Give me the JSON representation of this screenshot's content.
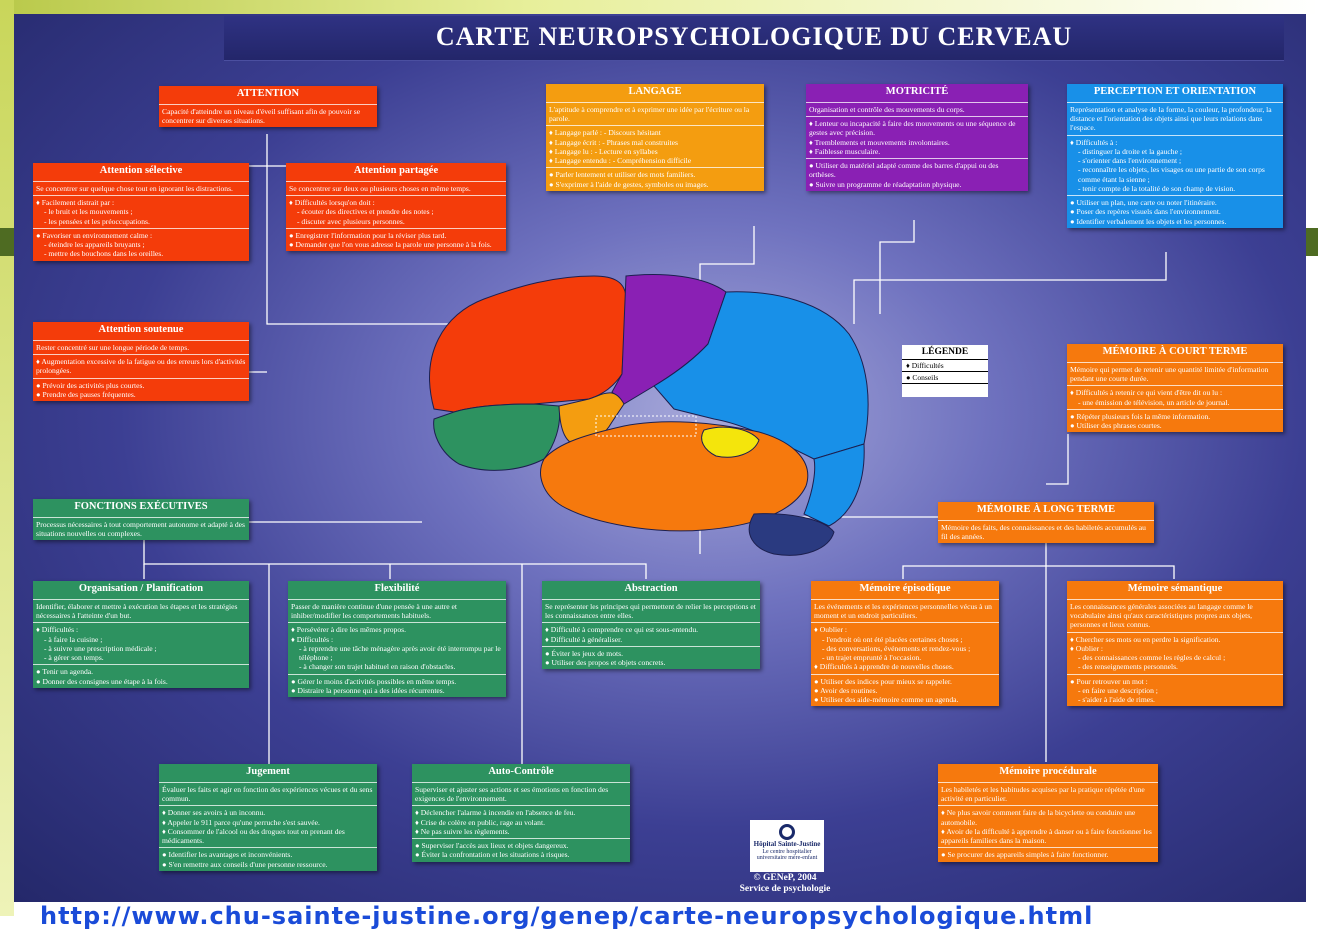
{
  "title": "CARTE NEUROPSYCHOLOGIQUE DU CERVEAU",
  "legend": {
    "title": "LÉGENDE",
    "items": [
      "♦ Difficultés",
      "● Conseils"
    ]
  },
  "credit": {
    "line1": "© GENeP, 2004",
    "line2": "Service de psychologie"
  },
  "logo": {
    "text": "Hôpital Sainte-Justine",
    "sub": "Le centre hospitalier universitaire mère-enfant"
  },
  "bottom_url": "http://www.chu-sainte-justine.org/genep/carte-neuropsychologique.html",
  "colors": {
    "attention": "#f43c0a",
    "memory": "#f6790d",
    "language": "#f49d10",
    "motricity": "#8a20b4",
    "perception": "#1890e8",
    "executive": "#2d9260",
    "yellow": "#f4e50c",
    "background": "#3c3f93"
  },
  "boxes": {
    "attention": {
      "title": "ATTENTION",
      "sections": [
        [
          "Capacité d'atteindre un niveau d'éveil suffisant afin de pouvoir se concentrer sur diverses situations."
        ]
      ]
    },
    "attention_selective": {
      "title": "Attention sélective",
      "sections": [
        [
          "Se concentrer sur quelque chose tout en ignorant les distractions."
        ],
        [
          "♦ Facilement distrait par :",
          "  - le bruit et les mouvements ;",
          "  - les pensées et les préoccupations."
        ],
        [
          "● Favoriser un environnement calme :",
          "  - éteindre les appareils bruyants ;",
          "  - mettre des bouchons dans les oreilles."
        ]
      ]
    },
    "attention_partagee": {
      "title": "Attention partagée",
      "sections": [
        [
          "Se concentrer sur deux ou plusieurs choses en même temps."
        ],
        [
          "♦ Difficultés lorsqu'on doit :",
          "  - écouter des directives et prendre des notes ;",
          "  - discuter avec plusieurs personnes."
        ],
        [
          "● Enregistrer l'information pour la réviser plus tard.",
          "● Demander que l'on vous adresse la parole une personne à la fois."
        ]
      ]
    },
    "attention_soutenue": {
      "title": "Attention soutenue",
      "sections": [
        [
          "Rester concentré sur une longue période de temps."
        ],
        [
          "♦ Augmentation excessive de la fatigue ou des erreurs lors d'activités prolongées."
        ],
        [
          "● Prévoir des activités plus courtes.",
          "● Prendre des pauses fréquentes."
        ]
      ]
    },
    "langage": {
      "title": "LANGAGE",
      "sections": [
        [
          "L'aptitude à comprendre et à exprimer une idée par l'écriture ou la parole."
        ],
        [
          "♦ Langage parlé :      - Discours hésitant",
          "♦ Langage écrit :      - Phrases mal construites",
          "♦ Langage lu :         - Lecture en syllabes",
          "♦ Langage entendu :    - Compréhension difficile"
        ],
        [
          "● Parler lentement et utiliser des mots familiers.",
          "● S'exprimer à l'aide de gestes, symboles ou images."
        ]
      ]
    },
    "motricite": {
      "title": "MOTRICITÉ",
      "sections": [
        [
          "Organisation et contrôle des mouvements du corps."
        ],
        [
          "♦ Lenteur ou incapacité à faire des mouvements ou une séquence de gestes avec précision.",
          "♦ Tremblements et mouvements involontaires.",
          "♦ Faiblesse musculaire."
        ],
        [
          "● Utiliser du matériel adapté comme des barres d'appui ou des orthèses.",
          "● Suivre un programme de réadaptation physique."
        ]
      ]
    },
    "perception": {
      "title": "PERCEPTION ET ORIENTATION",
      "sections": [
        [
          "Représentation et analyse de la forme, la couleur, la profondeur, la distance et l'orientation des objets ainsi que leurs relations dans l'espace."
        ],
        [
          "♦ Difficultés à :",
          "  - distinguer la droite et la gauche ;",
          "  - s'orienter dans l'environnement ;",
          "  - reconnaître les objets, les visages ou une partie de son corps comme étant la sienne ;",
          "  - tenir compte de la totalité de son champ de vision."
        ],
        [
          "● Utiliser un plan, une carte ou noter l'itinéraire.",
          "● Poser des repères visuels dans l'environnement.",
          "● Identifier verbalement les objets et les personnes."
        ]
      ]
    },
    "memoire_court_terme": {
      "title": "MÉMOIRE À COURT TERME",
      "sections": [
        [
          "Mémoire qui permet de retenir une quantité limitée d'information pendant une courte durée."
        ],
        [
          "♦ Difficultés à retenir ce qui vient d'être dit ou lu :",
          "  - une émission de télévision, un article de journal."
        ],
        [
          "● Répéter plusieurs fois la même information.",
          "● Utiliser des phrases courtes."
        ]
      ]
    },
    "memoire_long_terme": {
      "title": "MÉMOIRE À LONG TERME",
      "sections": [
        [
          "Mémoire des faits, des connaissances et des habiletés accumulés au fil des années."
        ]
      ]
    },
    "memoire_episodique": {
      "title": "Mémoire épisodique",
      "sections": [
        [
          "Les événements et les expériences personnelles vécus à un moment et un endroit particuliers."
        ],
        [
          "♦ Oublier :",
          "  - l'endroit où ont été placées certaines choses ;",
          "  - des conversations, événements et rendez-vous ;",
          "  - un trajet emprunté à l'occasion.",
          "♦ Difficultés à apprendre de nouvelles choses."
        ],
        [
          "● Utiliser des indices pour mieux se rappeler.",
          "● Avoir des routines.",
          "● Utiliser des aide-mémoire comme un agenda."
        ]
      ]
    },
    "memoire_semantique": {
      "title": "Mémoire sémantique",
      "sections": [
        [
          "Les connaissances générales associées au langage comme le vocabulaire ainsi qu'aux caractéristiques propres aux objets, personnes et lieux connus."
        ],
        [
          "♦ Chercher ses mots ou en perdre la signification.",
          "♦ Oublier :",
          "  - des connaissances comme les règles de calcul ;",
          "  - des renseignements personnels."
        ],
        [
          "● Pour retrouver un mot :",
          "  - en faire une description ;",
          "  - s'aider à l'aide de rimes."
        ]
      ]
    },
    "memoire_procedurale": {
      "title": "Mémoire procédurale",
      "sections": [
        [
          "Les habiletés et les habitudes acquises par la pratique répétée d'une activité en particulier."
        ],
        [
          "♦ Ne plus savoir comment faire de la bicyclette ou conduire une automobile.",
          "♦ Avoir de la difficulté à apprendre à danser ou à faire fonctionner les appareils familiers dans la maison."
        ],
        [
          "● Se procurer des appareils simples à faire fonctionner."
        ]
      ]
    },
    "fonctions_executives": {
      "title": "FONCTIONS EXÉCUTIVES",
      "sections": [
        [
          "Processus nécessaires à tout comportement autonome et adapté à des situations nouvelles ou complexes."
        ]
      ]
    },
    "organisation": {
      "title": "Organisation / Planification",
      "sections": [
        [
          "Identifier, élaborer et mettre à exécution les étapes et les stratégies nécessaires à l'atteinte d'un but."
        ],
        [
          "♦ Difficultés :",
          "  - à faire la cuisine ;",
          "  - à suivre une prescription médicale ;",
          "  - à gérer son temps."
        ],
        [
          "● Tenir un agenda.",
          "● Donner des consignes une étape à la fois."
        ]
      ]
    },
    "flexibilite": {
      "title": "Flexibilité",
      "sections": [
        [
          "Passer de manière continue d'une pensée à une autre et inhiber/modifier les comportements habituels."
        ],
        [
          "♦ Persévérer à dire les mêmes propos.",
          "♦ Difficultés :",
          "  - à reprendre une tâche ménagère après avoir été interrompu par le téléphone ;",
          "  - à changer son trajet habituel en raison d'obstacles."
        ],
        [
          "● Gérer le moins d'activités possibles en même temps.",
          "● Distraire la personne qui a des idées récurrentes."
        ]
      ]
    },
    "abstraction": {
      "title": "Abstraction",
      "sections": [
        [
          "Se représenter les principes qui permettent de relier les perceptions et les connaissances entre elles."
        ],
        [
          "♦ Difficulté à comprendre ce qui est sous-entendu.",
          "♦ Difficulté à généraliser."
        ],
        [
          "● Éviter les jeux de mots.",
          "● Utiliser des propos et objets concrets."
        ]
      ]
    },
    "jugement": {
      "title": "Jugement",
      "sections": [
        [
          "Évaluer les faits et agir en fonction des expériences vécues et du sens commun."
        ],
        [
          "♦ Donner ses avoirs à un inconnu.",
          "♦ Appeler le 911 parce qu'une perruche s'est sauvée.",
          "♦ Consommer de l'alcool ou des drogues tout en prenant des médicaments."
        ],
        [
          "● Identifier les avantages et inconvénients.",
          "● S'en remettre aux conseils d'une personne ressource."
        ]
      ]
    },
    "auto_controle": {
      "title": "Auto-Contrôle",
      "sections": [
        [
          "Superviser et ajuster ses actions et ses émotions en fonction des exigences de l'environnement."
        ],
        [
          "♦ Déclencher l'alarme à incendie en l'absence de feu.",
          "♦ Crise de colère en public, rage au volant.",
          "♦ Ne pas suivre les règlements."
        ],
        [
          "● Superviser l'accès aux lieux et objets dangereux.",
          "● Éviter la confrontation et les situations à risques."
        ]
      ]
    }
  }
}
